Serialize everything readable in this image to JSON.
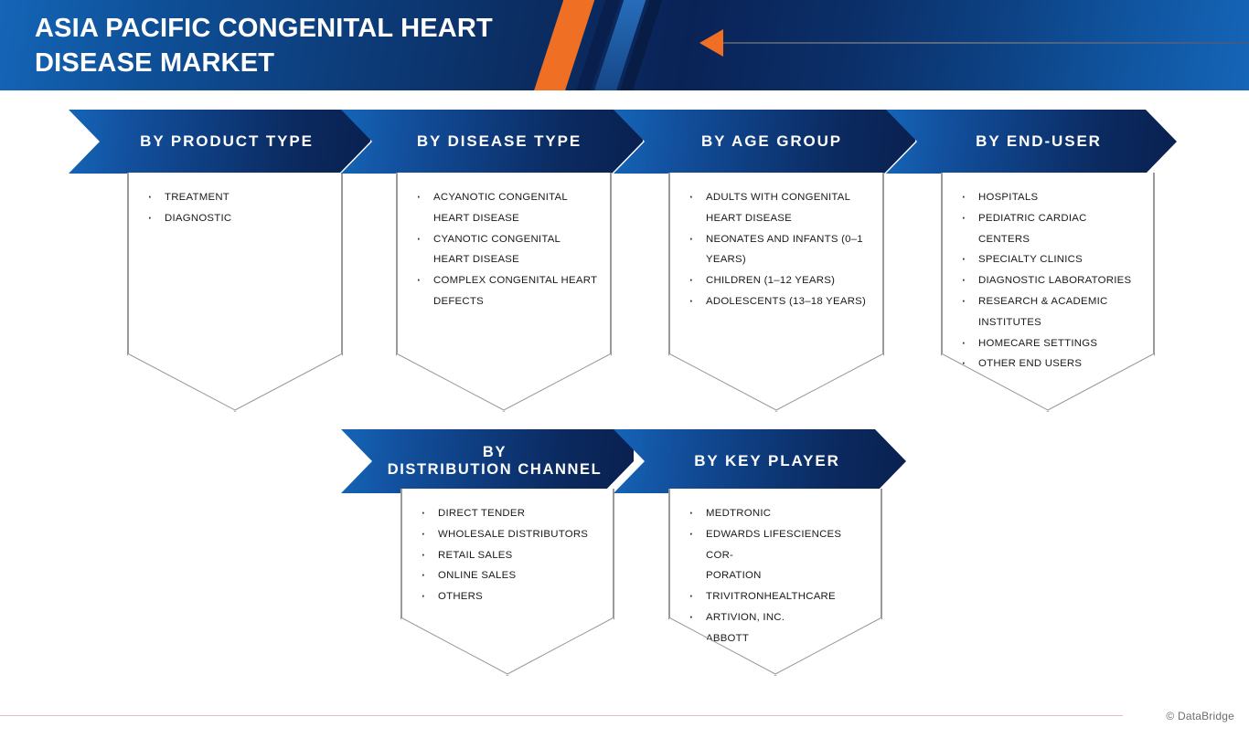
{
  "header": {
    "title": "Asia Pacific Congenital Heart Disease Market",
    "arrow_color": "#ef7025",
    "accent_color": "#ef7025",
    "background_start": "#1565b8",
    "background_end": "#0a2357"
  },
  "footer": {
    "credit": "© DataBridge",
    "line_color": "#e3bdbd"
  },
  "segments": [
    {
      "id": "product-type",
      "title": "BY PRODUCT TYPE",
      "items": [
        "TREATMENT",
        "DIAGNOSTIC"
      ]
    },
    {
      "id": "disease-type",
      "title": "BY DISEASE TYPE",
      "items": [
        "ACYANOTIC CONGENITAL HEART DISEASE",
        "CYANOTIC CONGENITAL HEART DISEASE",
        "COMPLEX CONGENITAL HEART DEFECTS"
      ]
    },
    {
      "id": "age-group",
      "title": "BY AGE GROUP",
      "items": [
        "ADULTS WITH CONGENITAL HEART DISEASE",
        "NEONATES AND INFANTS (0–1 YEARS)",
        "CHILDREN (1–12 YEARS)",
        "ADOLESCENTS (13–18 YEARS)"
      ]
    },
    {
      "id": "end-user",
      "title": "BY  END-USER",
      "items": [
        "HOSPITALS",
        "PEDIATRIC CARDIAC CENTERS",
        "SPECIALTY CLINICS",
        "DIAGNOSTIC LABORATORIES",
        "RESEARCH & ACADEMIC INSTITUTES",
        "HOMECARE SETTINGS",
        "OTHER END USERS"
      ]
    },
    {
      "id": "distribution-channel",
      "title": "BY\nDISTRIBUTION CHANNEL",
      "items": [
        "DIRECT TENDER",
        "WHOLESALE DISTRIBUTORS",
        "RETAIL SALES",
        "ONLINE SALES",
        "OTHERS"
      ]
    },
    {
      "id": "key-player",
      "title": "BY  KEY PLAYER",
      "items": [
        "MEDTRONIC",
        "EDWARDS LIFESCIENCES COR-PORATION",
        "TRIVITRONHEALTHCARE",
        "ARTIVION, INC.",
        "ABBOTT"
      ]
    }
  ]
}
